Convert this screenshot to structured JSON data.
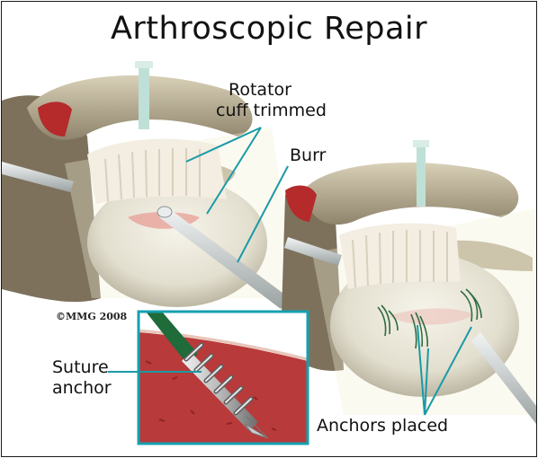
{
  "title": "Arthroscopic Repair",
  "labels": {
    "rotator_cuff_line1": "Rotator",
    "rotator_cuff_line2": "cuff trimmed",
    "burr": "Burr",
    "suture_anchor_line1": "Suture",
    "suture_anchor_line2": "anchor",
    "anchors_placed": "Anchors placed"
  },
  "copyright": "©MMG 2008",
  "colors": {
    "bone": "#c9bfa5",
    "bone_shadow": "#8a7e66",
    "humeral_head": "#eae6d6",
    "cartilage": "#f3ede2",
    "tissue_red": "#b52a2a",
    "leader_line": "#1a9aa6",
    "inset_border": "#16a0b0",
    "inset_bone": "#b83a3a",
    "scope_green": "#1f6b3a",
    "suture_green": "#2e6b3f",
    "instrument": "#d6dcdc"
  }
}
